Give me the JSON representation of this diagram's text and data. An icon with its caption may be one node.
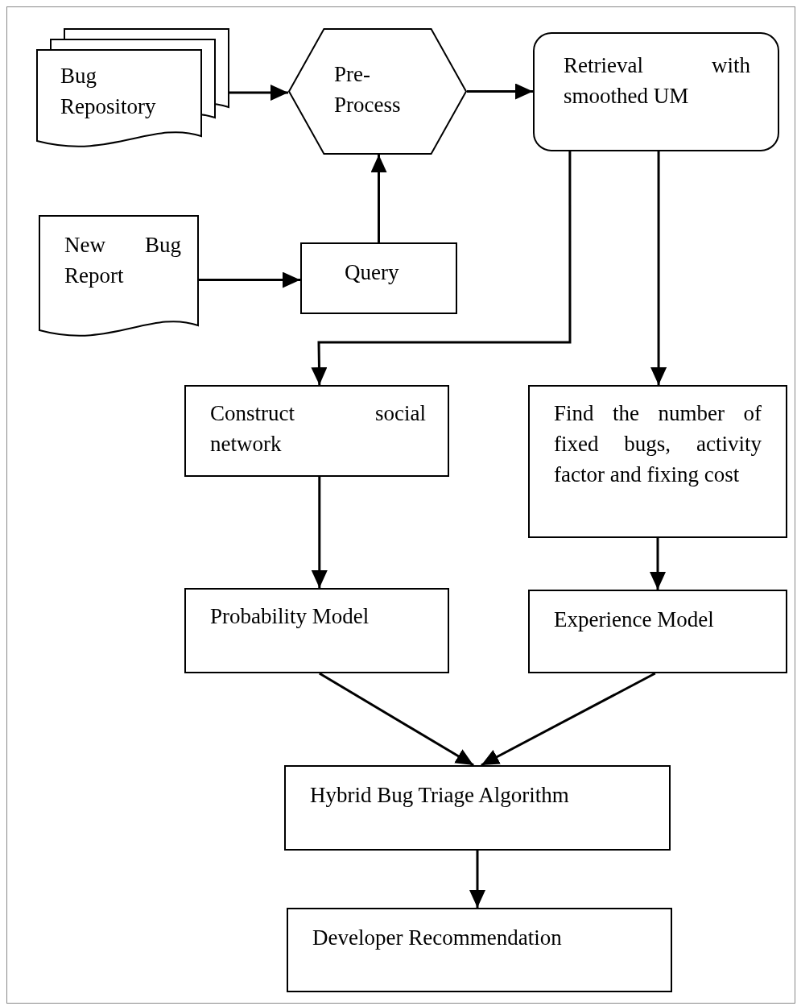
{
  "diagram": {
    "nodes": [
      {
        "text": [
          "Bug Repository"
        ]
      },
      {
        "text": [
          "Pre- Process"
        ]
      },
      {
        "text": [
          "Retrieval with smoothed UM"
        ]
      },
      {
        "text": [
          "New Bug Report"
        ]
      },
      {
        "text": [
          "Query"
        ]
      },
      {
        "text": [
          "Construct social network"
        ]
      },
      {
        "text": [
          "Find the number of fixed bugs, activity factor and fixing cost"
        ]
      },
      {
        "text": [
          "Probability Model"
        ]
      },
      {
        "text": [
          "Experience Model"
        ]
      },
      {
        "text": [
          "Hybrid Bug Triage Algorithm"
        ]
      },
      {
        "text": [
          "Developer Recommendation"
        ]
      }
    ],
    "edges": [
      {
        "from": 0,
        "to": 1,
        "arrow": "to"
      },
      {
        "from": 1,
        "to": 2,
        "arrow": "to"
      },
      {
        "from": 3,
        "to": 4,
        "arrow": "to"
      },
      {
        "from": 4,
        "to": 1,
        "arrow": "to"
      },
      {
        "from": 2,
        "to": 5,
        "arrow": "to"
      },
      {
        "from": 2,
        "to": 6,
        "arrow": "to"
      },
      {
        "from": 5,
        "to": 7,
        "arrow": "to"
      },
      {
        "from": 6,
        "to": 8,
        "arrow": "to"
      },
      {
        "from": 7,
        "to": 9,
        "arrow": "to"
      },
      {
        "from": 8,
        "to": 9,
        "arrow": "to"
      },
      {
        "from": 9,
        "to": 10,
        "arrow": "to"
      }
    ]
  }
}
